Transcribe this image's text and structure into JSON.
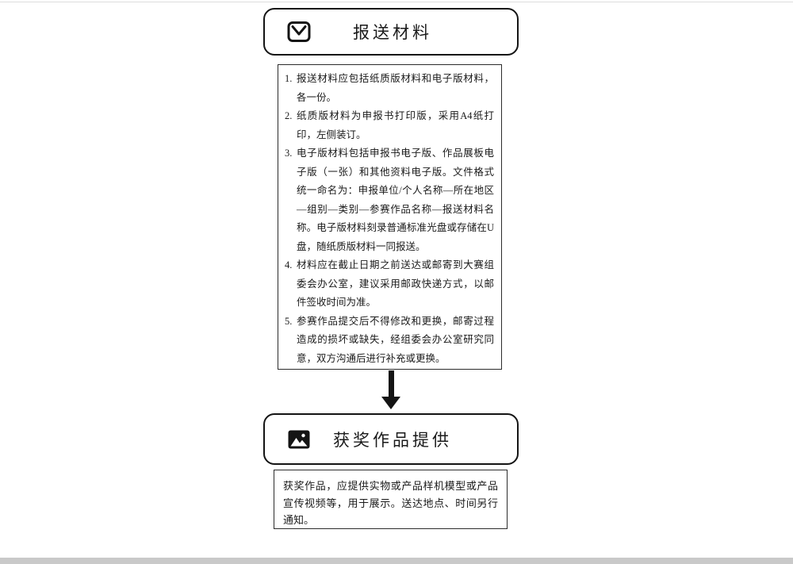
{
  "page": {
    "background": "#ffffff",
    "ink_color": "#1a1a1a",
    "border_color": "#141414"
  },
  "flow": {
    "step1": {
      "icon": "envelope-icon",
      "title": "报送材料",
      "items": [
        {
          "num": "1.",
          "text": "报送材料应包括纸质版材料和电子版材料，各一份。"
        },
        {
          "num": "2.",
          "text": "纸质版材料为申报书打印版，采用A4纸打印，左侧装订。"
        },
        {
          "num": "3.",
          "text": "电子版材料包括申报书电子版、作品展板电子版（一张）和其他资料电子版。文件格式统一命名为：申报单位/个人名称—所在地区—组别—类别—参赛作品名称—报送材料名称。电子版材料刻录普通标准光盘或存储在U盘，随纸质版材料一同报送。"
        },
        {
          "num": "4.",
          "text": "材料应在截止日期之前送达或邮寄到大赛组委会办公室，建议采用邮政快递方式，以邮件签收时间为准。"
        },
        {
          "num": "5.",
          "text": "参赛作品提交后不得修改和更换，邮寄过程造成的损坏或缺失，经组委会办公室研究同意，双方沟通后进行补充或更换。"
        }
      ]
    },
    "connector": {
      "type": "arrow-down"
    },
    "step2": {
      "icon": "image-icon",
      "title": "获奖作品提供",
      "body": "获奖作品，应提供实物或产品样机模型或产品宣传视频等，用于展示。送达地点、时间另行通知。"
    }
  }
}
